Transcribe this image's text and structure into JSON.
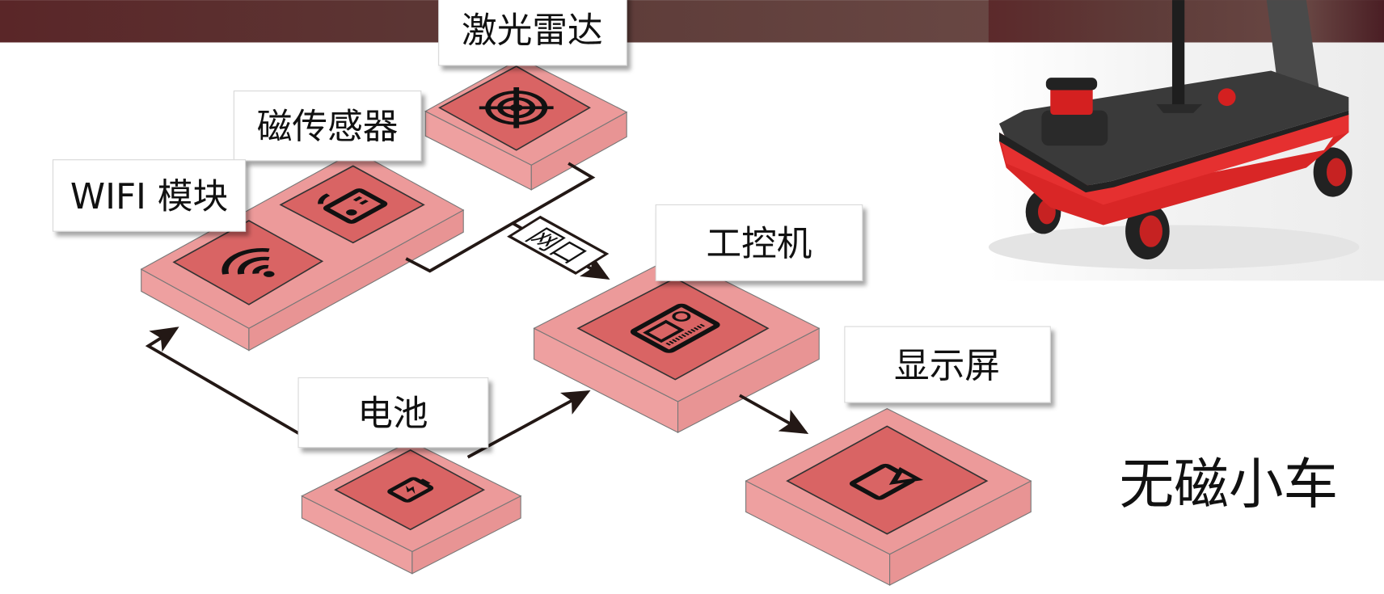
{
  "diagram": {
    "title": "无磁小车",
    "modules": {
      "laser": "激光雷达",
      "magnetic": "磁传感器",
      "wifi": "WIFI 模块",
      "ipc": "工控机",
      "battery": "电池",
      "display": "显示屏"
    },
    "port_label": "网口"
  },
  "colors": {
    "banner": "#5a3535",
    "slab_top": "#ec9a9a",
    "slab_inner": "#d96464",
    "robot_red": "#e02828"
  }
}
